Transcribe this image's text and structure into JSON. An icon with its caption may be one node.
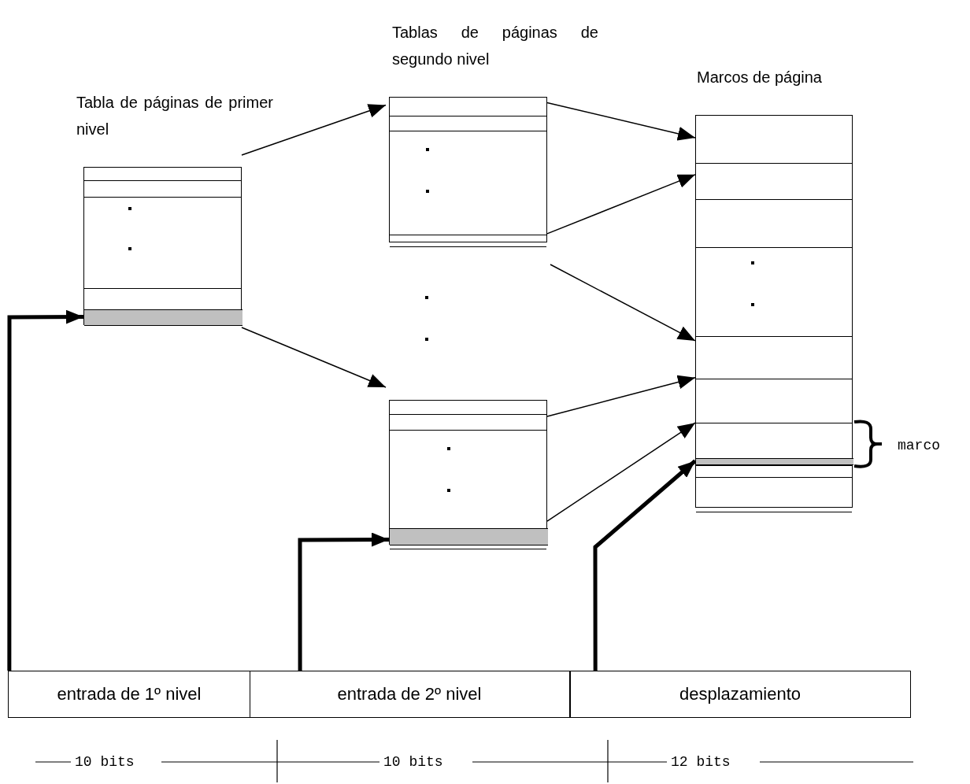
{
  "diagram": {
    "nodes": [
      {
        "text": [
          "Tabla de páginas de primer nivel"
        ]
      },
      {
        "text": [],
        "shape": "bar",
        "in": 0
      },
      {
        "text": [
          "Tablas de páginas de segundo nivel"
        ]
      },
      {
        "text": [],
        "shape": "box"
      },
      {
        "text": [],
        "shape": "bar",
        "in": 3
      },
      {
        "text": [
          "Marcos de página"
        ]
      },
      {
        "text": [],
        "shape": "bar",
        "in": 5
      },
      {
        "text": [
          "entrada de 1º nivel"
        ]
      },
      {
        "text": [
          "entrada de 2º nivel"
        ]
      },
      {
        "text": [
          "desplazamiento"
        ]
      }
    ],
    "edges": [
      {
        "from": 0,
        "to": 2,
        "arrow": "to"
      },
      {
        "from": 0,
        "to": 3,
        "arrow": "to"
      },
      {
        "from": 2,
        "to": 5,
        "arrow": "to"
      },
      {
        "from": 2,
        "to": 5,
        "arrow": "to"
      },
      {
        "from": null,
        "to": 5,
        "arrow": "to"
      },
      {
        "from": 3,
        "to": 5,
        "arrow": "to"
      },
      {
        "from": 3,
        "to": 5,
        "arrow": "to"
      },
      {
        "from": 7,
        "to": 1,
        "arrow": "to",
        "style": "thick"
      },
      {
        "from": 8,
        "to": 4,
        "arrow": "to",
        "style": "thick"
      },
      {
        "from": 9,
        "to": 6,
        "arrow": "to",
        "style": "thick"
      }
    ],
    "labels": [
      "marco",
      "10 bits",
      "10 bits",
      "12 bits"
    ]
  }
}
